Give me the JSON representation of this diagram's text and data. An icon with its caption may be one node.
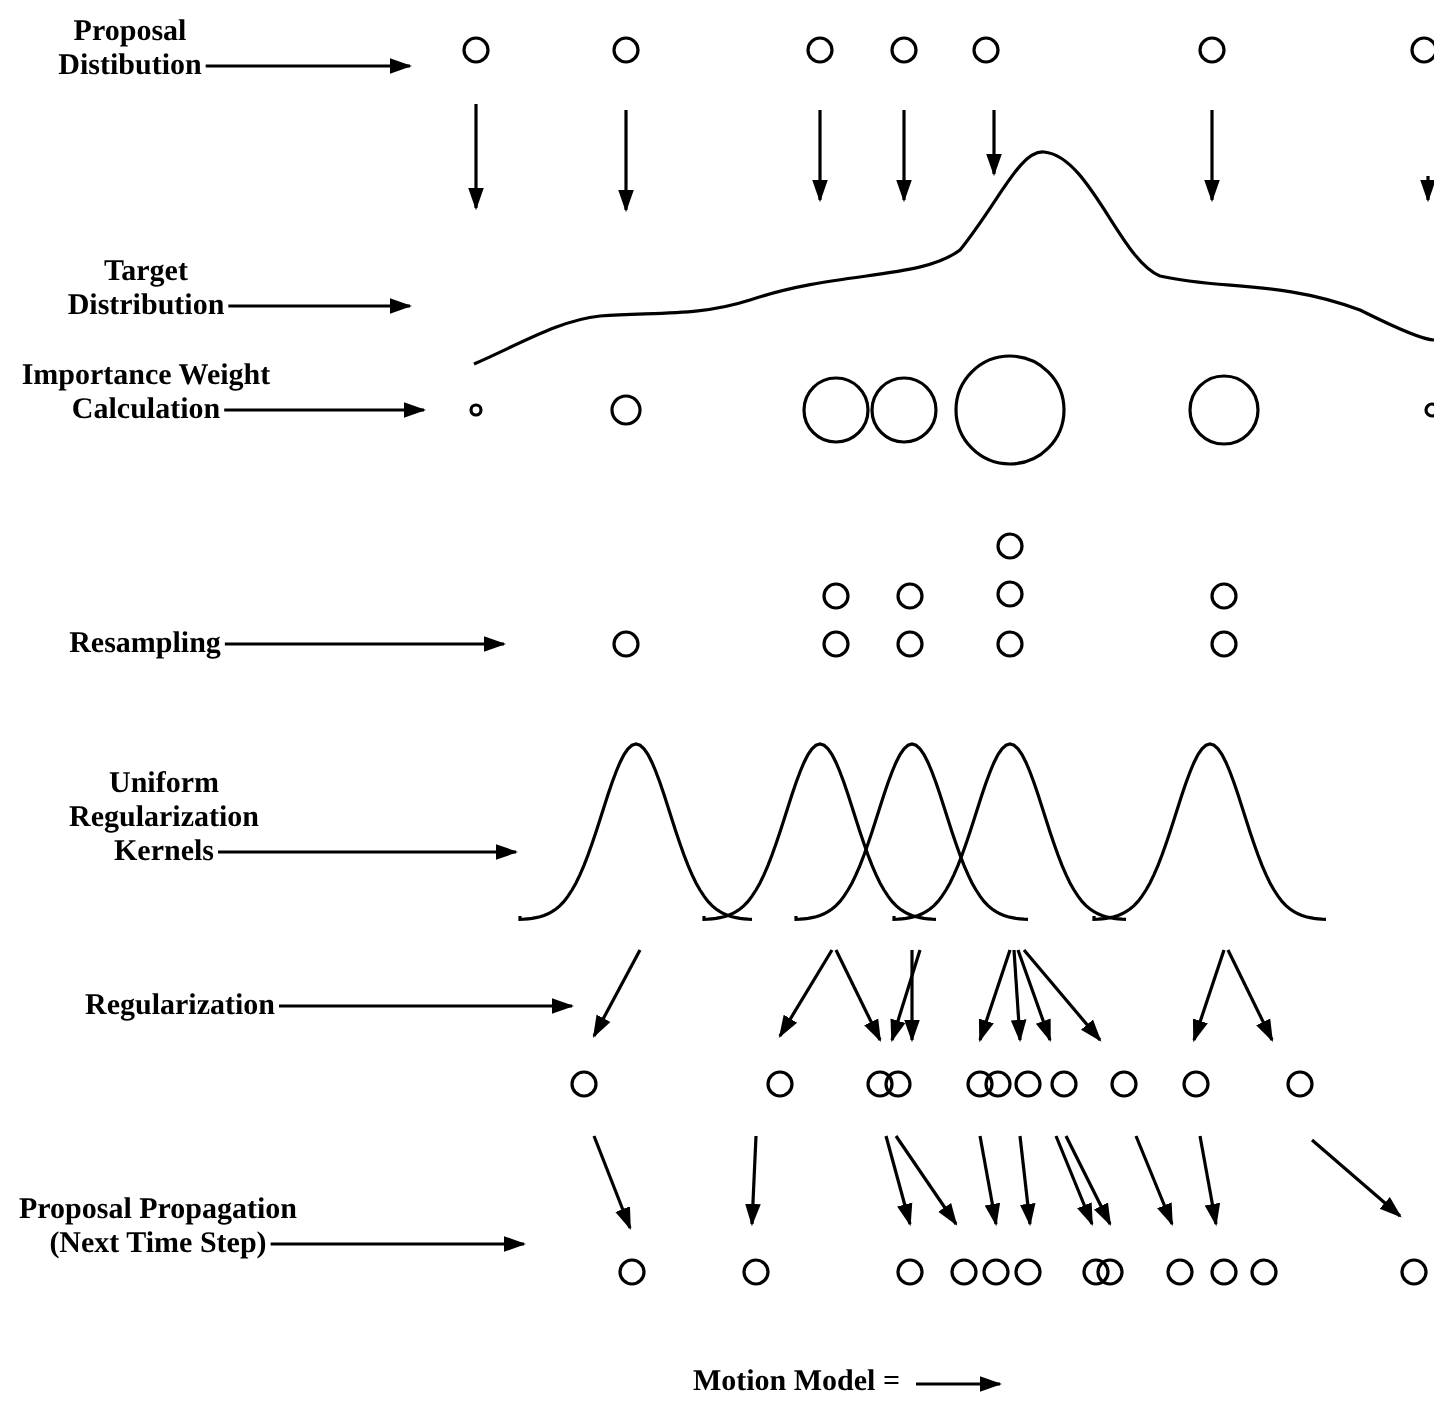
{
  "diagram": {
    "nodes": [
      {
        "text": [
          "Proposal Distibution"
        ]
      },
      {
        "text": [
          "Target Distribution"
        ]
      },
      {
        "text": [
          "Importance Weight Calculation"
        ]
      },
      {
        "text": [
          "Resampling"
        ]
      },
      {
        "text": [
          "Uniform Regularization Kernels"
        ]
      },
      {
        "text": [
          "Regularization"
        ]
      },
      {
        "text": [
          "Proposal Propagation (Next Time Step)"
        ]
      }
    ],
    "edges": [
      {
        "from": 0,
        "to": null,
        "arrow": "to"
      },
      {
        "from": 1,
        "to": null,
        "arrow": "to"
      },
      {
        "from": 2,
        "to": null,
        "arrow": "to"
      },
      {
        "from": 3,
        "to": null,
        "arrow": "to"
      },
      {
        "from": 4,
        "to": null,
        "arrow": "to"
      },
      {
        "from": 5,
        "to": null,
        "arrow": "to"
      },
      {
        "from": 6,
        "to": null,
        "arrow": "to"
      }
    ],
    "legend": [
      {
        "text": "Motion Model ="
      }
    ]
  }
}
